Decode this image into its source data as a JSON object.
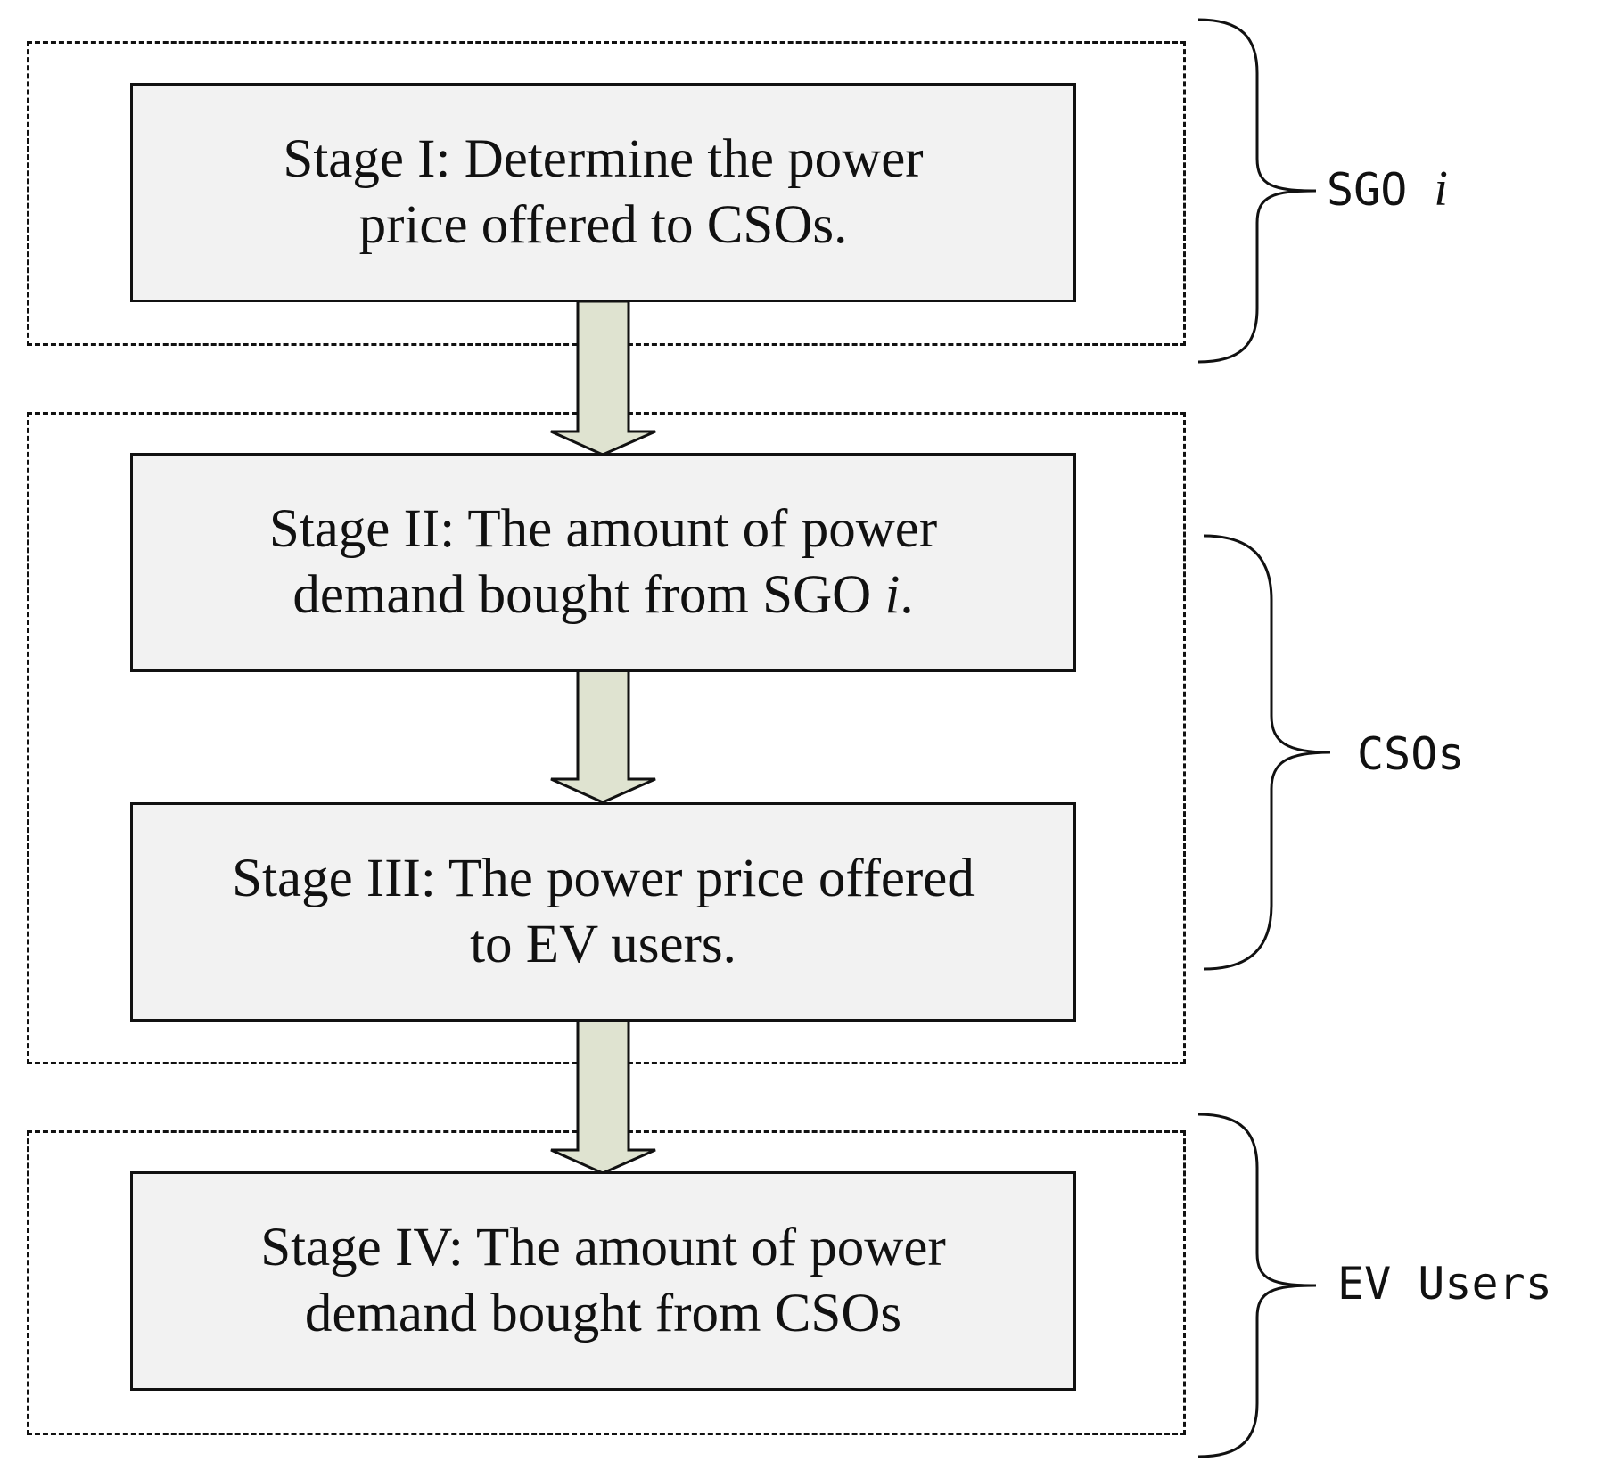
{
  "stages": [
    {
      "id": "stage-1",
      "lines": [
        {
          "text": "Stage I: Determine the power"
        },
        {
          "text": "price offered to CSOs."
        }
      ]
    },
    {
      "id": "stage-2",
      "lines": [
        {
          "text": "Stage II: The amount of power"
        },
        {
          "text": "demand bought from SGO ",
          "italic": "i",
          "suffix": "."
        }
      ]
    },
    {
      "id": "stage-3",
      "lines": [
        {
          "text": "Stage III: The power price offered"
        },
        {
          "text": "to EV users."
        }
      ]
    },
    {
      "id": "stage-4",
      "lines": [
        {
          "text": "Stage IV: The amount of power"
        },
        {
          "text": "demand bought from CSOs"
        }
      ]
    }
  ],
  "groups": [
    {
      "id": "sgo",
      "label": "SGO ",
      "label_italic": "i"
    },
    {
      "id": "csos",
      "label": "CSOs"
    },
    {
      "id": "ev-users",
      "label": "EV Users"
    }
  ],
  "colors": {
    "box_fill": "#f2f2f2",
    "arrow_fill": "#dfe3d0",
    "stroke": "#111111"
  }
}
